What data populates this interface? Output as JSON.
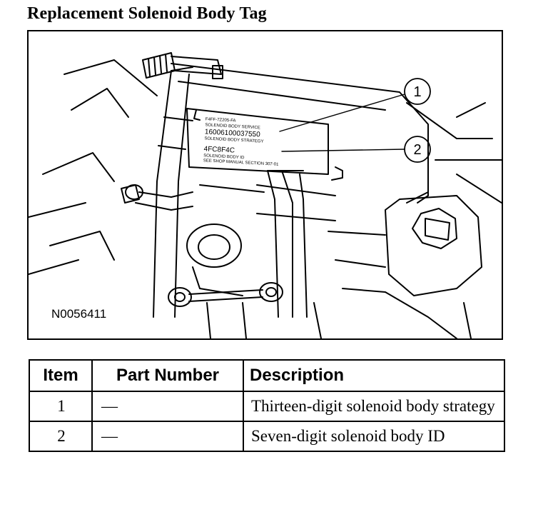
{
  "title": "Replacement Solenoid Body Tag",
  "figure": {
    "id": "N0056411",
    "callouts": [
      "1",
      "2"
    ],
    "tag_lines": [
      "F4FF-7Z205-FA",
      "SOLENOID BODY SERVICE",
      "16006100037550",
      "SOLENOID BODY STRATEGY",
      "4FC8F4C",
      "SOLENOID BODY ID",
      "SEE SHOP MANUAL SECTION 307-01"
    ]
  },
  "legend": {
    "headers": [
      "Item",
      "Part Number",
      "Description"
    ],
    "rows": [
      {
        "item": "1",
        "part_number": "—",
        "description": "Thirteen-digit solenoid body strategy"
      },
      {
        "item": "2",
        "part_number": "—",
        "description": "Seven-digit solenoid body ID"
      }
    ]
  }
}
